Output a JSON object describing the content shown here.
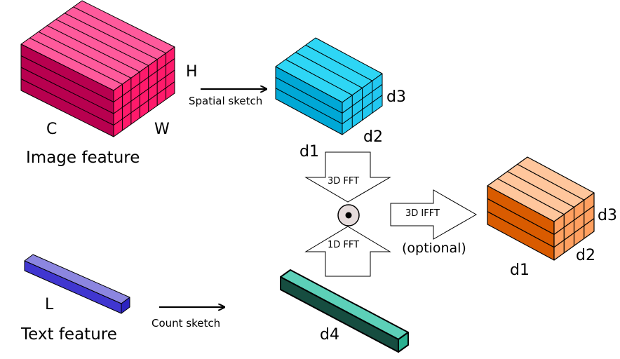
{
  "image_feature": {
    "caption": "Image feature",
    "label_h": "H",
    "label_c": "C",
    "label_w": "W"
  },
  "spatial_sketch": {
    "label": "Spatial sketch"
  },
  "sketch_3d": {
    "label_d1": "d1",
    "label_d2": "d2",
    "label_d3": "d3"
  },
  "fft_3d": {
    "label": "3D FFT"
  },
  "fft_1d": {
    "label": "1D FFT"
  },
  "ifft_3d": {
    "label": "3D IFFT",
    "note": "(optional)"
  },
  "output": {
    "label_d1": "d1",
    "label_d2": "d2",
    "label_d3": "d3"
  },
  "text_feature": {
    "caption": "Text feature",
    "label_l": "L"
  },
  "count_sketch": {
    "label": "Count sketch"
  },
  "sketch_1d": {
    "label_d4": "d4"
  },
  "colors": {
    "image_top": "#ff5a9c",
    "image_front": "#b8004f",
    "image_side": "#ff1a6b",
    "sketch_top": "#2ed6f5",
    "sketch_front": "#00a8d6",
    "sketch_side": "#22c8f0",
    "output_top": "#ffc69c",
    "output_front": "#d95b00",
    "output_side": "#ffa060",
    "text_top": "#8c86e0",
    "text_front": "#4036d0",
    "text_side": "#2c24c0",
    "d4_top": "#5cd0b8",
    "d4_front": "#164d40",
    "d4_side": "#2ab090"
  }
}
